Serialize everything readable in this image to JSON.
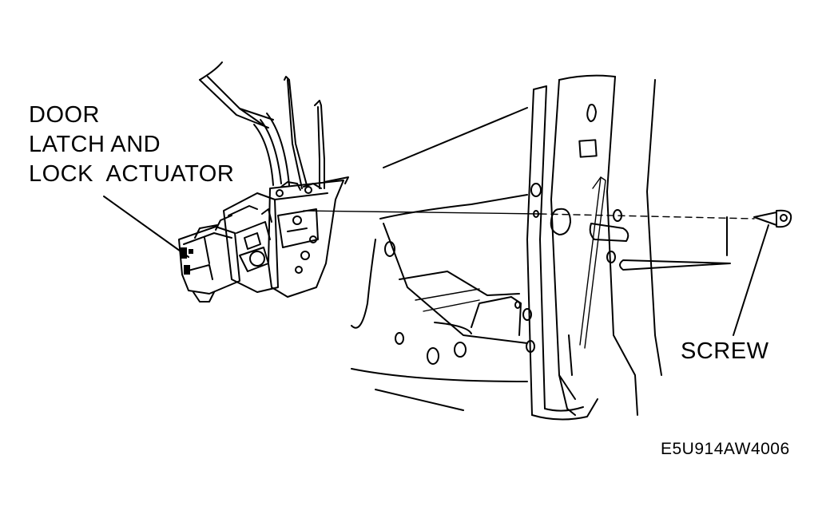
{
  "labels": {
    "latch_line1": "DOOR",
    "latch_line2": "LATCH AND",
    "latch_line3": "LOCK  ACTUATOR",
    "screw": "SCREW"
  },
  "figure_code": "E5U914AW4006",
  "colors": {
    "ink": "#000000",
    "background": "#ffffff"
  }
}
